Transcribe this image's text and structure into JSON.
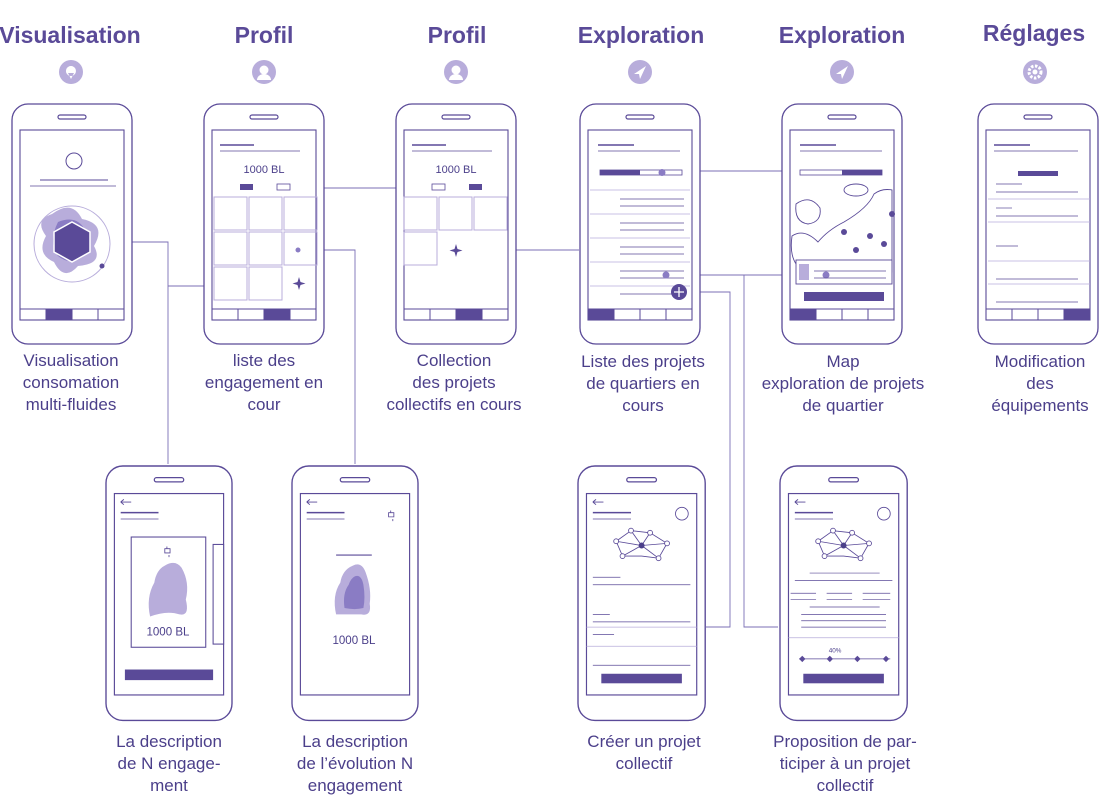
{
  "colors": {
    "accent": "#5a4a98",
    "line": "#7b6fb5",
    "light_fill": "#b8addb",
    "mid_fill": "#8a7cc4"
  },
  "screens": [
    {
      "title": "Visualisation",
      "icon": "pin-icon",
      "caption": "Visualisation\nconsomation\nmulti-fluides"
    },
    {
      "title": "Profil",
      "icon": "user-icon",
      "caption": "liste des\nengagement en\ncour",
      "balance": "1000 BL"
    },
    {
      "title": "Profil",
      "icon": "user-icon",
      "caption": "Collection\ndes projets\ncollectifs en cours",
      "balance": "1000 BL"
    },
    {
      "title": "Exploration",
      "icon": "compass-icon",
      "caption": "Liste des projets\nde quartiers  en\ncours"
    },
    {
      "title": "Exploration",
      "icon": "compass-icon",
      "caption": "Map\nexploration de projets\nde quartier"
    },
    {
      "title": "Réglages",
      "icon": "gear-icon",
      "caption": "Modification des\néquipements"
    }
  ],
  "detail_screens": [
    {
      "caption": "La description\nde N engage-\nment",
      "balance": "1000 BL"
    },
    {
      "caption": "La description\nde l’évolution N\nengagement",
      "balance": "1000 BL"
    },
    {
      "caption": "Créer un projet\ncollectif"
    },
    {
      "caption": "Proposition de par-\nticiper à un  projet\ncollectif",
      "progress_label": "40%"
    }
  ]
}
